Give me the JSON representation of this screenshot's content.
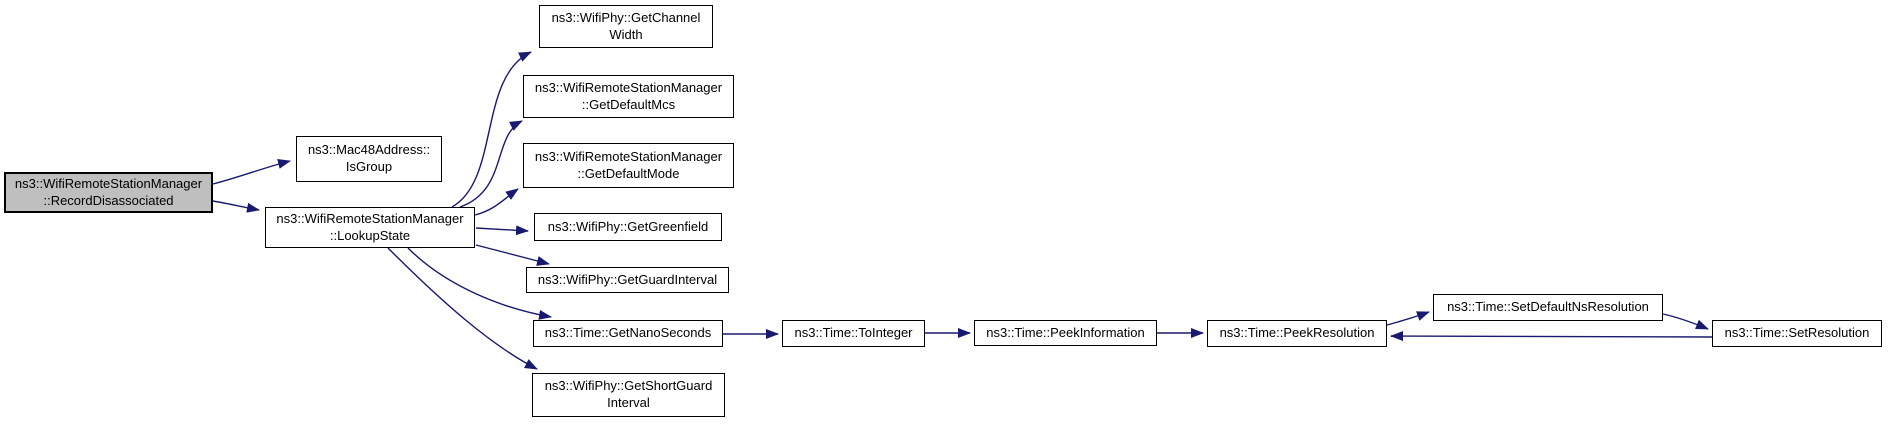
{
  "diagram": {
    "type": "call-graph",
    "colors": {
      "edge": "#191970",
      "node_fill": "#ffffff",
      "node_border": "#000000",
      "highlight_fill": "#bfbfbf",
      "background": "#ffffff"
    },
    "nodes": [
      {
        "id": "record-disassociated",
        "label": "ns3::WifiRemoteStationManager\n::RecordDisassociated",
        "highlighted": true
      },
      {
        "id": "is-group",
        "label": "ns3::Mac48Address::\nIsGroup",
        "highlighted": false
      },
      {
        "id": "lookup-state",
        "label": "ns3::WifiRemoteStationManager\n::LookupState",
        "highlighted": false
      },
      {
        "id": "get-channel-width",
        "label": "ns3::WifiPhy::GetChannel\nWidth",
        "highlighted": false
      },
      {
        "id": "get-default-mcs",
        "label": "ns3::WifiRemoteStationManager\n::GetDefaultMcs",
        "highlighted": false
      },
      {
        "id": "get-default-mode",
        "label": "ns3::WifiRemoteStationManager\n::GetDefaultMode",
        "highlighted": false
      },
      {
        "id": "get-greenfield",
        "label": "ns3::WifiPhy::GetGreenfield",
        "highlighted": false
      },
      {
        "id": "get-guard-interval",
        "label": "ns3::WifiPhy::GetGuardInterval",
        "highlighted": false
      },
      {
        "id": "get-nano-seconds",
        "label": "ns3::Time::GetNanoSeconds",
        "highlighted": false
      },
      {
        "id": "get-short-guard-interval",
        "label": "ns3::WifiPhy::GetShortGuard\nInterval",
        "highlighted": false
      },
      {
        "id": "to-integer",
        "label": "ns3::Time::ToInteger",
        "highlighted": false
      },
      {
        "id": "peek-information",
        "label": "ns3::Time::PeekInformation",
        "highlighted": false
      },
      {
        "id": "peek-resolution",
        "label": "ns3::Time::PeekResolution",
        "highlighted": false
      },
      {
        "id": "set-default-ns-resolution",
        "label": "ns3::Time::SetDefaultNsResolution",
        "highlighted": false
      },
      {
        "id": "set-resolution",
        "label": "ns3::Time::SetResolution",
        "highlighted": false
      }
    ],
    "edges": [
      {
        "from": "record-disassociated",
        "to": "is-group"
      },
      {
        "from": "record-disassociated",
        "to": "lookup-state"
      },
      {
        "from": "lookup-state",
        "to": "get-channel-width"
      },
      {
        "from": "lookup-state",
        "to": "get-default-mcs"
      },
      {
        "from": "lookup-state",
        "to": "get-default-mode"
      },
      {
        "from": "lookup-state",
        "to": "get-greenfield"
      },
      {
        "from": "lookup-state",
        "to": "get-guard-interval"
      },
      {
        "from": "lookup-state",
        "to": "get-nano-seconds"
      },
      {
        "from": "lookup-state",
        "to": "get-short-guard-interval"
      },
      {
        "from": "get-nano-seconds",
        "to": "to-integer"
      },
      {
        "from": "to-integer",
        "to": "peek-information"
      },
      {
        "from": "peek-information",
        "to": "peek-resolution"
      },
      {
        "from": "peek-resolution",
        "to": "set-default-ns-resolution"
      },
      {
        "from": "set-default-ns-resolution",
        "to": "set-resolution"
      },
      {
        "from": "set-resolution",
        "to": "peek-resolution"
      }
    ]
  }
}
